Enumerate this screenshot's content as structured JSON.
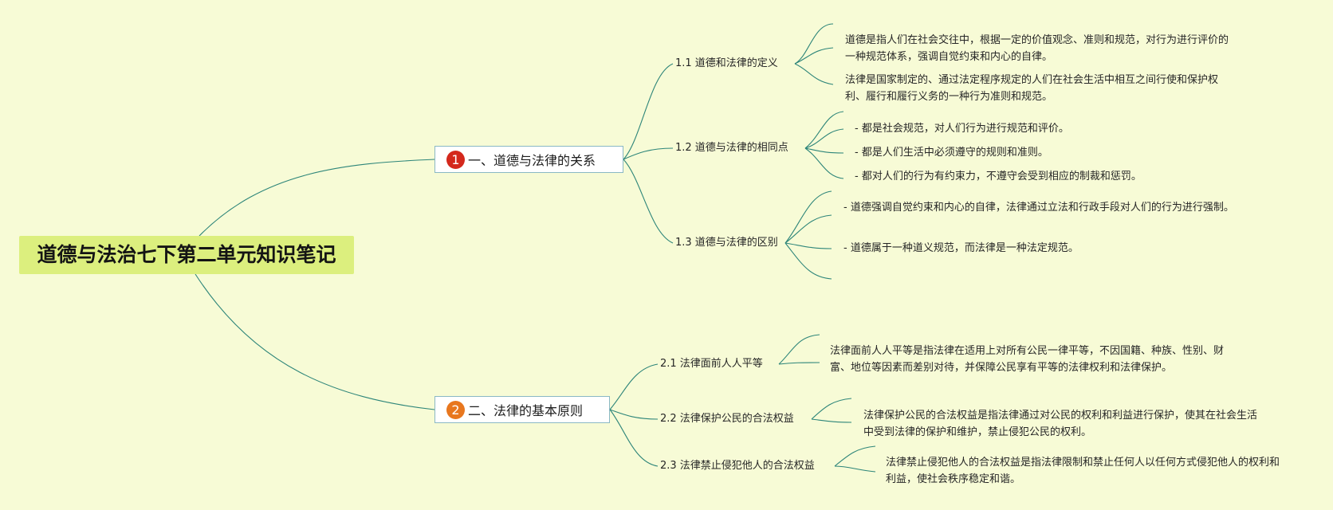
{
  "root": {
    "title": "道德与法治七下第二单元知识笔记"
  },
  "colors": {
    "background": "#f7fbd6",
    "root_fill": "#dcef7e",
    "connector": "#2d8579",
    "badge_1": "#d4281c",
    "badge_2": "#e8771e"
  },
  "topics": [
    {
      "number": "1",
      "label": "一、道德与法律的关系",
      "children": [
        {
          "label": "1.1 道德和法律的定义",
          "leaves": [
            "道德是指人们在社会交往中，根据一定的价值观念、准则和规范，对行为进行评价的一种规范体系，强调自觉约束和内心的自律。",
            "法律是国家制定的、通过法定程序规定的人们在社会生活中相互之间行使和保护权利、履行和履行义务的一种行为准则和规范。"
          ]
        },
        {
          "label": "1.2 道德与法律的相同点",
          "leaves": [
            "- 都是社会规范，对人们行为进行规范和评价。",
            "- 都是人们生活中必须遵守的规则和准则。",
            "- 都对人们的行为有约束力，不遵守会受到相应的制裁和惩罚。"
          ]
        },
        {
          "label": "1.3 道德与法律的区别",
          "leaves": [
            "- 道德强调自觉约束和内心的自律，法律通过立法和行政手段对人们的行为进行强制。",
            "- 道德属于一种道义规范，而法律是一种法定规范。"
          ]
        }
      ]
    },
    {
      "number": "2",
      "label": "二、法律的基本原则",
      "children": [
        {
          "label": "2.1 法律面前人人平等",
          "leaves": [
            "法律面前人人平等是指法律在适用上对所有公民一律平等，不因国籍、种族、性别、财富、地位等因素而差别对待，并保障公民享有平等的法律权利和法律保护。"
          ]
        },
        {
          "label": "2.2 法律保护公民的合法权益",
          "leaves": [
            "法律保护公民的合法权益是指法律通过对公民的权利和利益进行保护，使其在社会生活中受到法律的保护和维护，禁止侵犯公民的权利。"
          ]
        },
        {
          "label": "2.3 法律禁止侵犯他人的合法权益",
          "leaves": [
            "法律禁止侵犯他人的合法权益是指法律限制和禁止任何人以任何方式侵犯他人的权利和利益，使社会秩序稳定和谐。"
          ]
        }
      ]
    }
  ]
}
